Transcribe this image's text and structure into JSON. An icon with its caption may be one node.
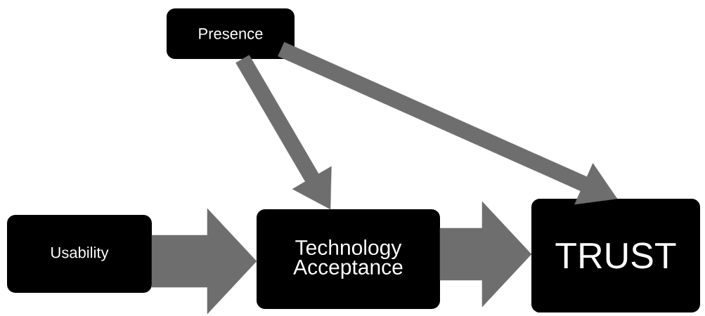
{
  "diagram": {
    "nodes": [
      {
        "text": [
          "Presence"
        ]
      },
      {
        "text": [
          "Usability"
        ]
      },
      {
        "text": [
          "Technology Acceptance"
        ]
      },
      {
        "text": [
          "TRUST"
        ]
      }
    ],
    "edges": [
      {
        "from": 0,
        "to": 2,
        "arrow": "to"
      },
      {
        "from": 0,
        "to": 3,
        "arrow": "to"
      },
      {
        "from": 1,
        "to": 2,
        "arrow": "to",
        "style": "thick"
      },
      {
        "from": 2,
        "to": 3,
        "arrow": "to",
        "style": "thick"
      }
    ]
  }
}
